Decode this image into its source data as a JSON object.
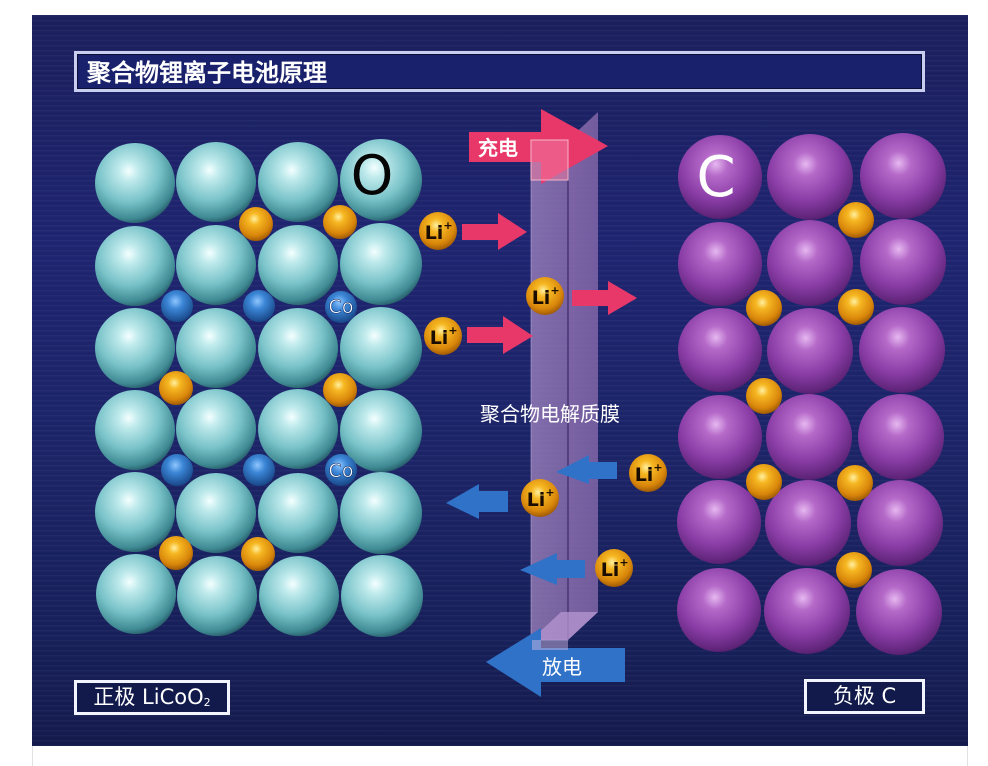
{
  "title": "聚合物锂离子电池原理",
  "membrane_label": "聚合物电解质膜",
  "charge_label": "充电",
  "discharge_label": "放电",
  "positive_electrode": {
    "label_prefix": "正极 ",
    "formula": "LiCoO",
    "subscript": "2"
  },
  "negative_electrode": {
    "label": "负极 C"
  },
  "atom_labels": {
    "oxygen": "O",
    "cobalt": "Co",
    "carbon": "C",
    "lithium": "Li"
  },
  "colors": {
    "background": "#1c2468",
    "oxygen_sphere": "#7fc9cf",
    "carbon_sphere": "#8a3fa6",
    "lithium_ion": "#e8950f",
    "cobalt_sphere": "#2a6fc0",
    "charge_arrow": "#e83a6a",
    "discharge_arrow": "#2f72c8",
    "membrane": "#9b7bb8"
  }
}
